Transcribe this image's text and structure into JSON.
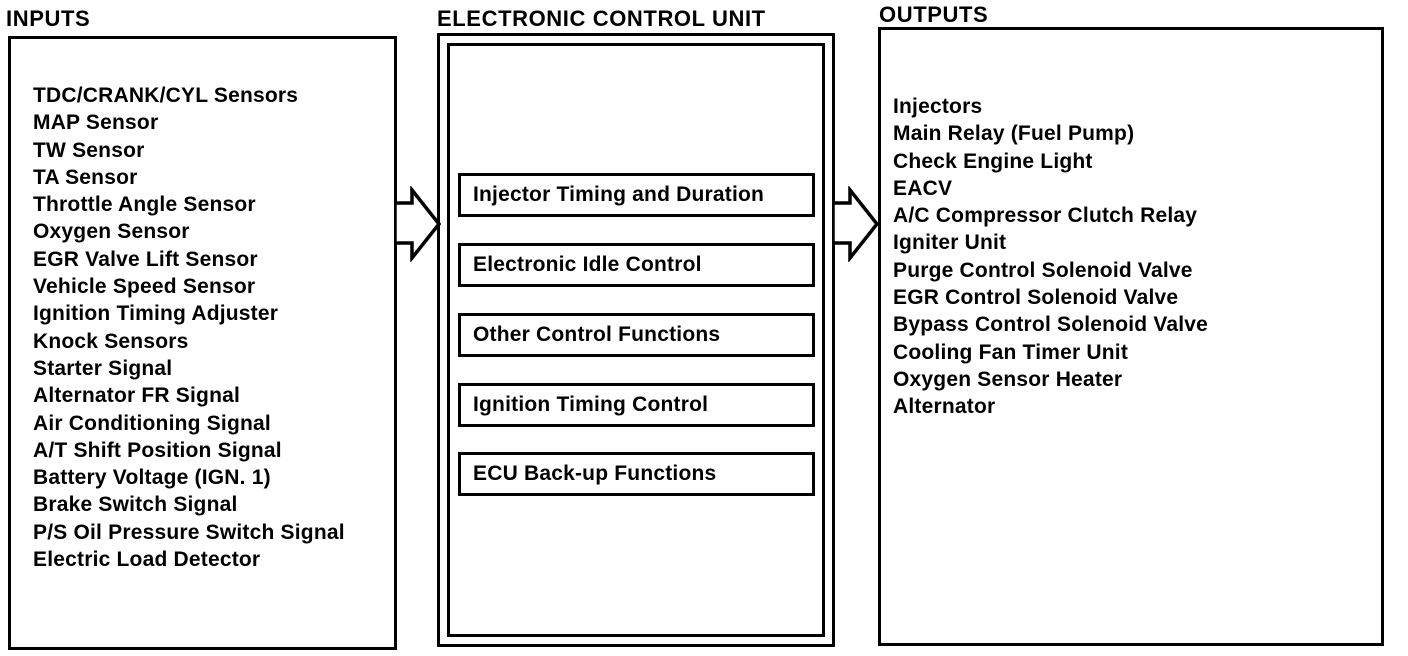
{
  "diagram_title": "ELECTRONIC CONTROL UNIT",
  "colors": {
    "ink": "#000000",
    "paper": "#ffffff"
  },
  "inputs": {
    "header": "INPUTS",
    "items": [
      "TDC/CRANK/CYL Sensors",
      "MAP Sensor",
      "TW Sensor",
      "TA Sensor",
      "Throttle Angle Sensor",
      "Oxygen Sensor",
      "EGR Valve Lift Sensor",
      "Vehicle Speed Sensor",
      "Ignition Timing Adjuster",
      "Knock Sensors",
      "Starter Signal",
      "Alternator FR Signal",
      "Air Conditioning Signal",
      "A/T Shift Position Signal",
      "Battery Voltage (IGN. 1)",
      "Brake Switch Signal",
      "P/S Oil Pressure Switch Signal",
      "Electric Load Detector"
    ]
  },
  "ecu": {
    "header": "ELECTRONIC CONTROL UNIT",
    "functions": [
      "Injector Timing and Duration",
      "Electronic Idle Control",
      "Other Control Functions",
      "Ignition Timing Control",
      "ECU Back-up Functions"
    ]
  },
  "outputs": {
    "header": "OUTPUTS",
    "items": [
      "Injectors",
      "Main Relay (Fuel Pump)",
      "Check Engine Light",
      "EACV",
      "A/C Compressor Clutch Relay",
      "Igniter Unit",
      "Purge Control Solenoid Valve",
      "EGR Control Solenoid Valve",
      "Bypass Control Solenoid Valve",
      "Cooling Fan Timer Unit",
      "Oxygen Sensor Heater",
      "Alternator"
    ]
  },
  "icons": {
    "input_to_ecu_arrow": "block-arrow-right",
    "ecu_to_output_arrow": "block-arrow-right"
  }
}
